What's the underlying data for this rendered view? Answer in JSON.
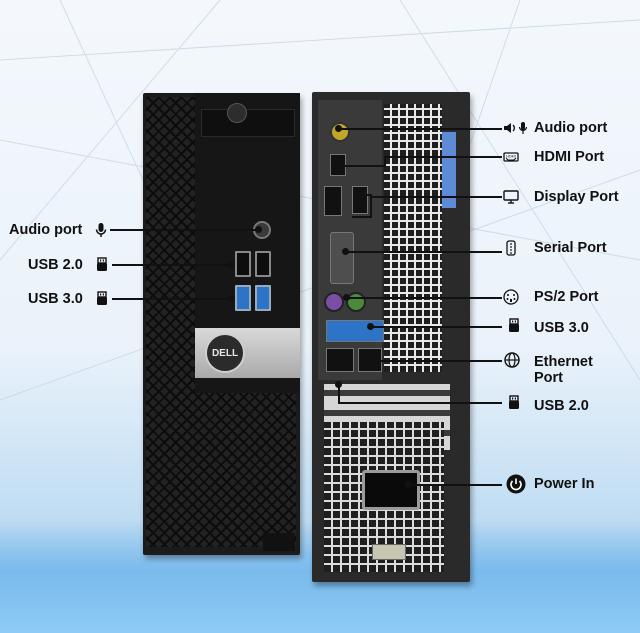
{
  "labels": {
    "front_audio": "Audio port",
    "front_usb2": "USB 2.0",
    "front_usb3": "USB 3.0",
    "rear_audio": "Audio port",
    "hdmi": "HDMI Port",
    "display": "Display Port",
    "serial": "Serial Port",
    "ps2": "PS/2 Port",
    "rear_usb3": "USB 3.0",
    "ethernet": "Ethernet Port",
    "rear_usb2": "USB 2.0",
    "power_in": "Power In"
  },
  "brand": {
    "logo_text": "DELL"
  },
  "icons": {
    "front_audio": "microphone-icon",
    "front_usb2": "usb-icon",
    "front_usb3": "usb-icon",
    "rear_audio": "speaker-microphone-icon",
    "hdmi": "hdmi-icon",
    "display": "monitor-icon",
    "serial": "serial-port-icon",
    "ps2": "ps2-port-icon",
    "rear_usb3": "usb-icon",
    "ethernet": "globe-icon",
    "rear_usb2": "usb-icon",
    "power_in": "power-icon"
  },
  "colors": {
    "usb3_port": "#2d74c8",
    "audio_jack": "#bfa629",
    "ps2_mouse": "#4a8a3a",
    "ps2_keyboard": "#7a4ea3"
  }
}
